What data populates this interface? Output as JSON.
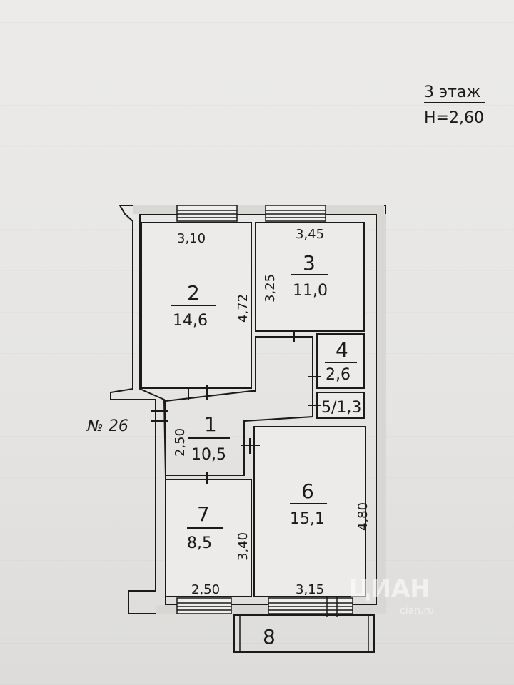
{
  "header": {
    "floor": "3 этаж",
    "height": "H=2,60"
  },
  "apartment_no": "№ 26",
  "rooms": [
    {
      "id": "1",
      "area": "10,5"
    },
    {
      "id": "2",
      "area": "14,6"
    },
    {
      "id": "3",
      "area": "11,0"
    },
    {
      "id": "4",
      "area": "2,6"
    },
    {
      "id": "5",
      "area": "1,3",
      "combined": "5/1,3"
    },
    {
      "id": "6",
      "area": "15,1"
    },
    {
      "id": "7",
      "area": "8,5"
    },
    {
      "id": "8"
    }
  ],
  "dimensions": {
    "room2_width": "3,10",
    "room2_length": "4,72",
    "room3_width": "3,45",
    "room3_length": "3,25",
    "room1_width": "2,50",
    "room6_length": "4,80",
    "room6_width": "3,15",
    "room7_length": "3,40",
    "room7_width": "2,50"
  },
  "watermark": {
    "brand": "ЦИАН",
    "sub": "cian.ru"
  },
  "colors": {
    "ink": "#1a1a1a",
    "paper": "#e8e7e5"
  }
}
